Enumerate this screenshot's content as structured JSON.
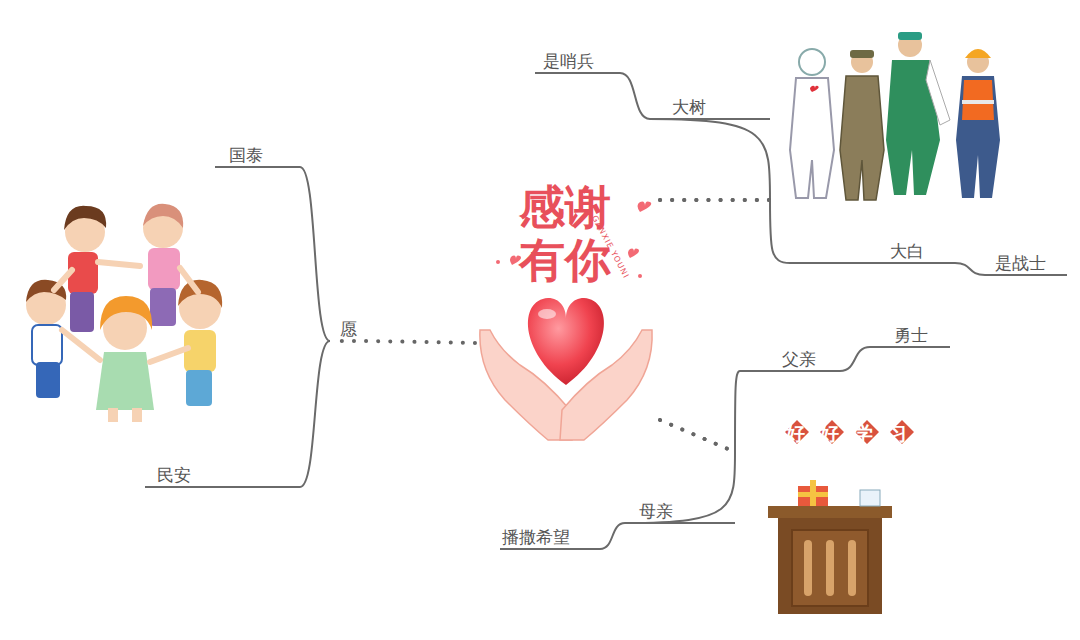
{
  "diagram": {
    "nodes": [
      {
        "text": [
          "感谢有你"
        ]
      },
      {
        "text": [
          "大树"
        ]
      },
      {
        "text": [
          "是哨兵"
        ]
      },
      {
        "text": [
          "大白"
        ]
      },
      {
        "text": [
          "是战士"
        ]
      },
      {
        "text": [
          "愿"
        ]
      },
      {
        "text": [
          "国泰"
        ]
      },
      {
        "text": [
          "民安"
        ]
      },
      {
        "text": [
          "父亲"
        ]
      },
      {
        "text": [
          "勇士"
        ]
      },
      {
        "text": [
          "母亲"
        ]
      },
      {
        "text": [
          "播撒希望"
        ]
      }
    ],
    "edges": [
      {
        "from": 0,
        "to": 1,
        "arrow": "none"
      },
      {
        "from": 0,
        "to": 3,
        "arrow": "none"
      },
      {
        "from": 1,
        "to": 2,
        "arrow": "none"
      },
      {
        "from": 3,
        "to": 4,
        "arrow": "none"
      },
      {
        "from": 0,
        "to": 5,
        "arrow": "none"
      },
      {
        "from": 5,
        "to": 6,
        "arrow": "none"
      },
      {
        "from": 5,
        "to": 7,
        "arrow": "none"
      },
      {
        "from": 0,
        "to": 8,
        "arrow": "none"
      },
      {
        "from": 0,
        "to": 10,
        "arrow": "none"
      },
      {
        "from": 8,
        "to": 9,
        "arrow": "none"
      },
      {
        "from": 10,
        "to": 11,
        "arrow": "none"
      }
    ],
    "labels": [
      "GANXIE YOUNI",
      "好好学习"
    ]
  }
}
